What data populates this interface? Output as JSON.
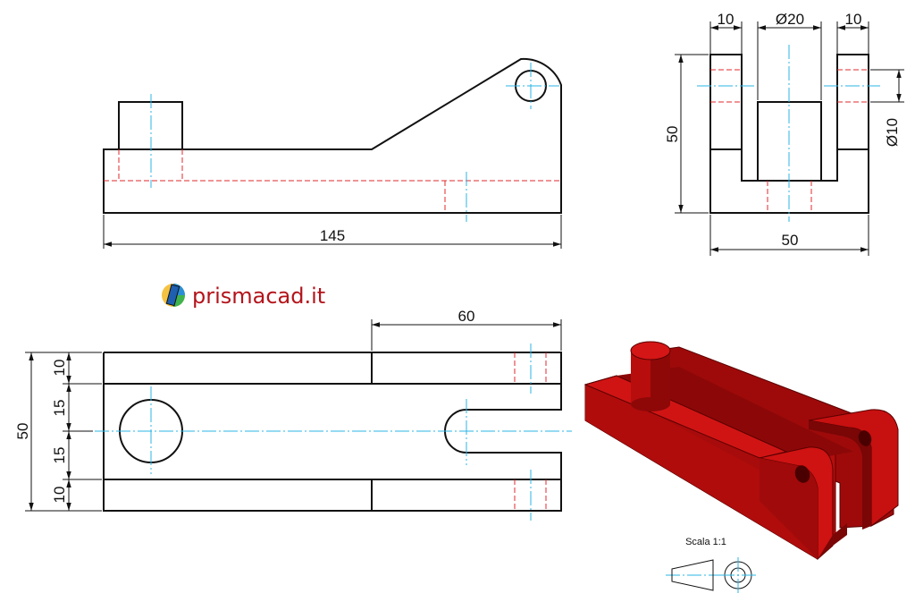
{
  "brand": {
    "name": "prismacad.it",
    "color": "#b3141b"
  },
  "colors": {
    "object": "#111111",
    "centerline": "#2bb6e6",
    "hidden": "#e0282c",
    "solid": "#c40d0d"
  },
  "dimensions": {
    "front_length": "145",
    "side_left_width": "10",
    "side_hole_dia": "Ø20",
    "side_right_width": "10",
    "side_height": "50",
    "side_pin_dia": "Ø10",
    "side_base_width": "50",
    "top_slot_length": "60",
    "top_total_height": "50",
    "top_seg_1": "10",
    "top_seg_2": "15",
    "top_seg_3": "15",
    "top_seg_4": "10"
  },
  "scale": {
    "label": "Scala 1:1"
  }
}
